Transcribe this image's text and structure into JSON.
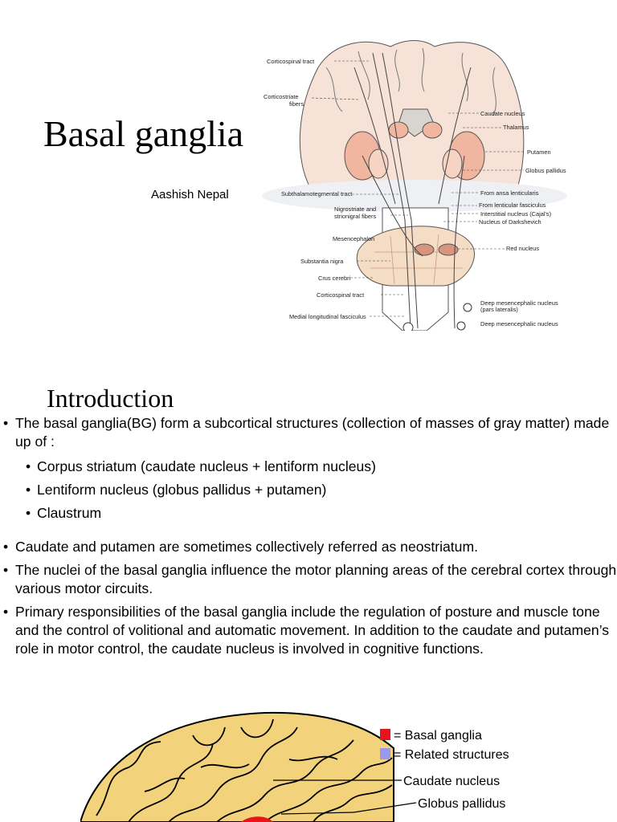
{
  "slide1": {
    "title": "Basal ganglia",
    "author": "Aashish Nepal",
    "figure_labels": [
      "Corticospinal tract",
      "Corticostriate",
      "fibers",
      "Caudate nucleus",
      "Thalamus",
      "Putamen",
      "Globus pallidus",
      "Subthalamotegmental tract",
      "From ansa lenticularis",
      "Nigrostriate and",
      "From lenticular fasciculus",
      "strionigral fibers",
      "Interstitial nucleus (Cajal's)",
      "Nucleus of Darkshevich",
      "Mesencephalon",
      "Red nucleus",
      "Substantia nigra",
      "Crus cerebri",
      "Corticospinal tract",
      "Deep mesencephalic nucleus",
      "(pars lateralis)",
      "Medial longitudinal fasciculus",
      "Deep mesencephalic nucleus"
    ]
  },
  "slide2": {
    "heading": "Introduction",
    "bullets": [
      "The basal ganglia(BG) form a subcortical structures (collection of masses of gray matter) made up of :",
      "Corpus striatum (caudate nucleus + lentiform nucleus)",
      "Lentiform nucleus (globus pallidus + putamen)",
      "Claustrum",
      "Caudate and putamen are sometimes collectively referred as neostriatum.",
      "The nuclei of the basal ganglia influence the motor planning areas of the cerebral cortex through various motor circuits.",
      "Primary responsibilities of the basal ganglia include the regulation of posture and muscle tone and the control of volitional and automatic movement. In addition to the caudate and putamen’s role in motor control, the caudate nucleus is involved in cognitive functions."
    ],
    "bullet_glyph": "•"
  },
  "slide3": {
    "legend": [
      "= Basal ganglia",
      "= Related structures"
    ],
    "labels": [
      "Caudate nucleus",
      "Globus pallidus"
    ],
    "colors": {
      "basal_ganglia": "#e8141b",
      "related": "#9999f0",
      "brain": "#f2d27a"
    }
  }
}
